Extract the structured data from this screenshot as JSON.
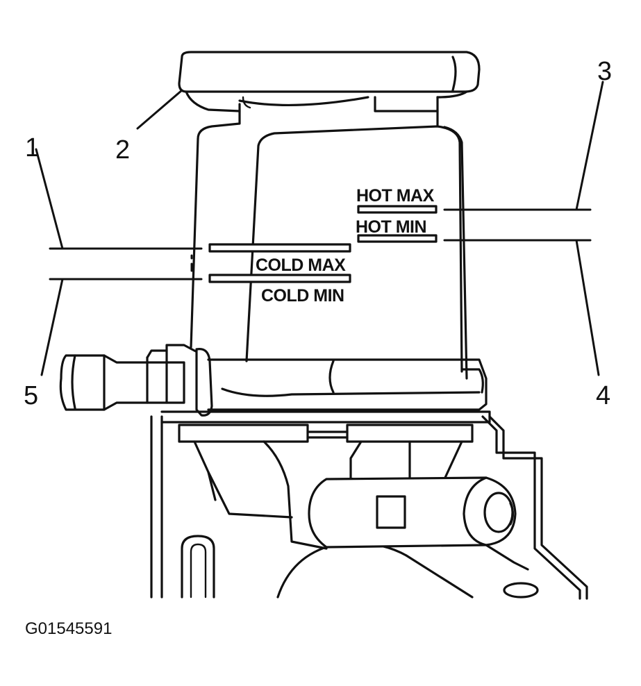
{
  "callouts": {
    "one": "1",
    "two": "2",
    "three": "3",
    "four": "4",
    "five": "5"
  },
  "level_marks": {
    "hot_max": "HOT MAX",
    "hot_min": "HOT MIN",
    "cold_max": "COLD MAX",
    "cold_min": "COLD MIN"
  },
  "figure_id": "G01545591",
  "colors": {
    "ink": "#111111",
    "paper": "#ffffff"
  }
}
